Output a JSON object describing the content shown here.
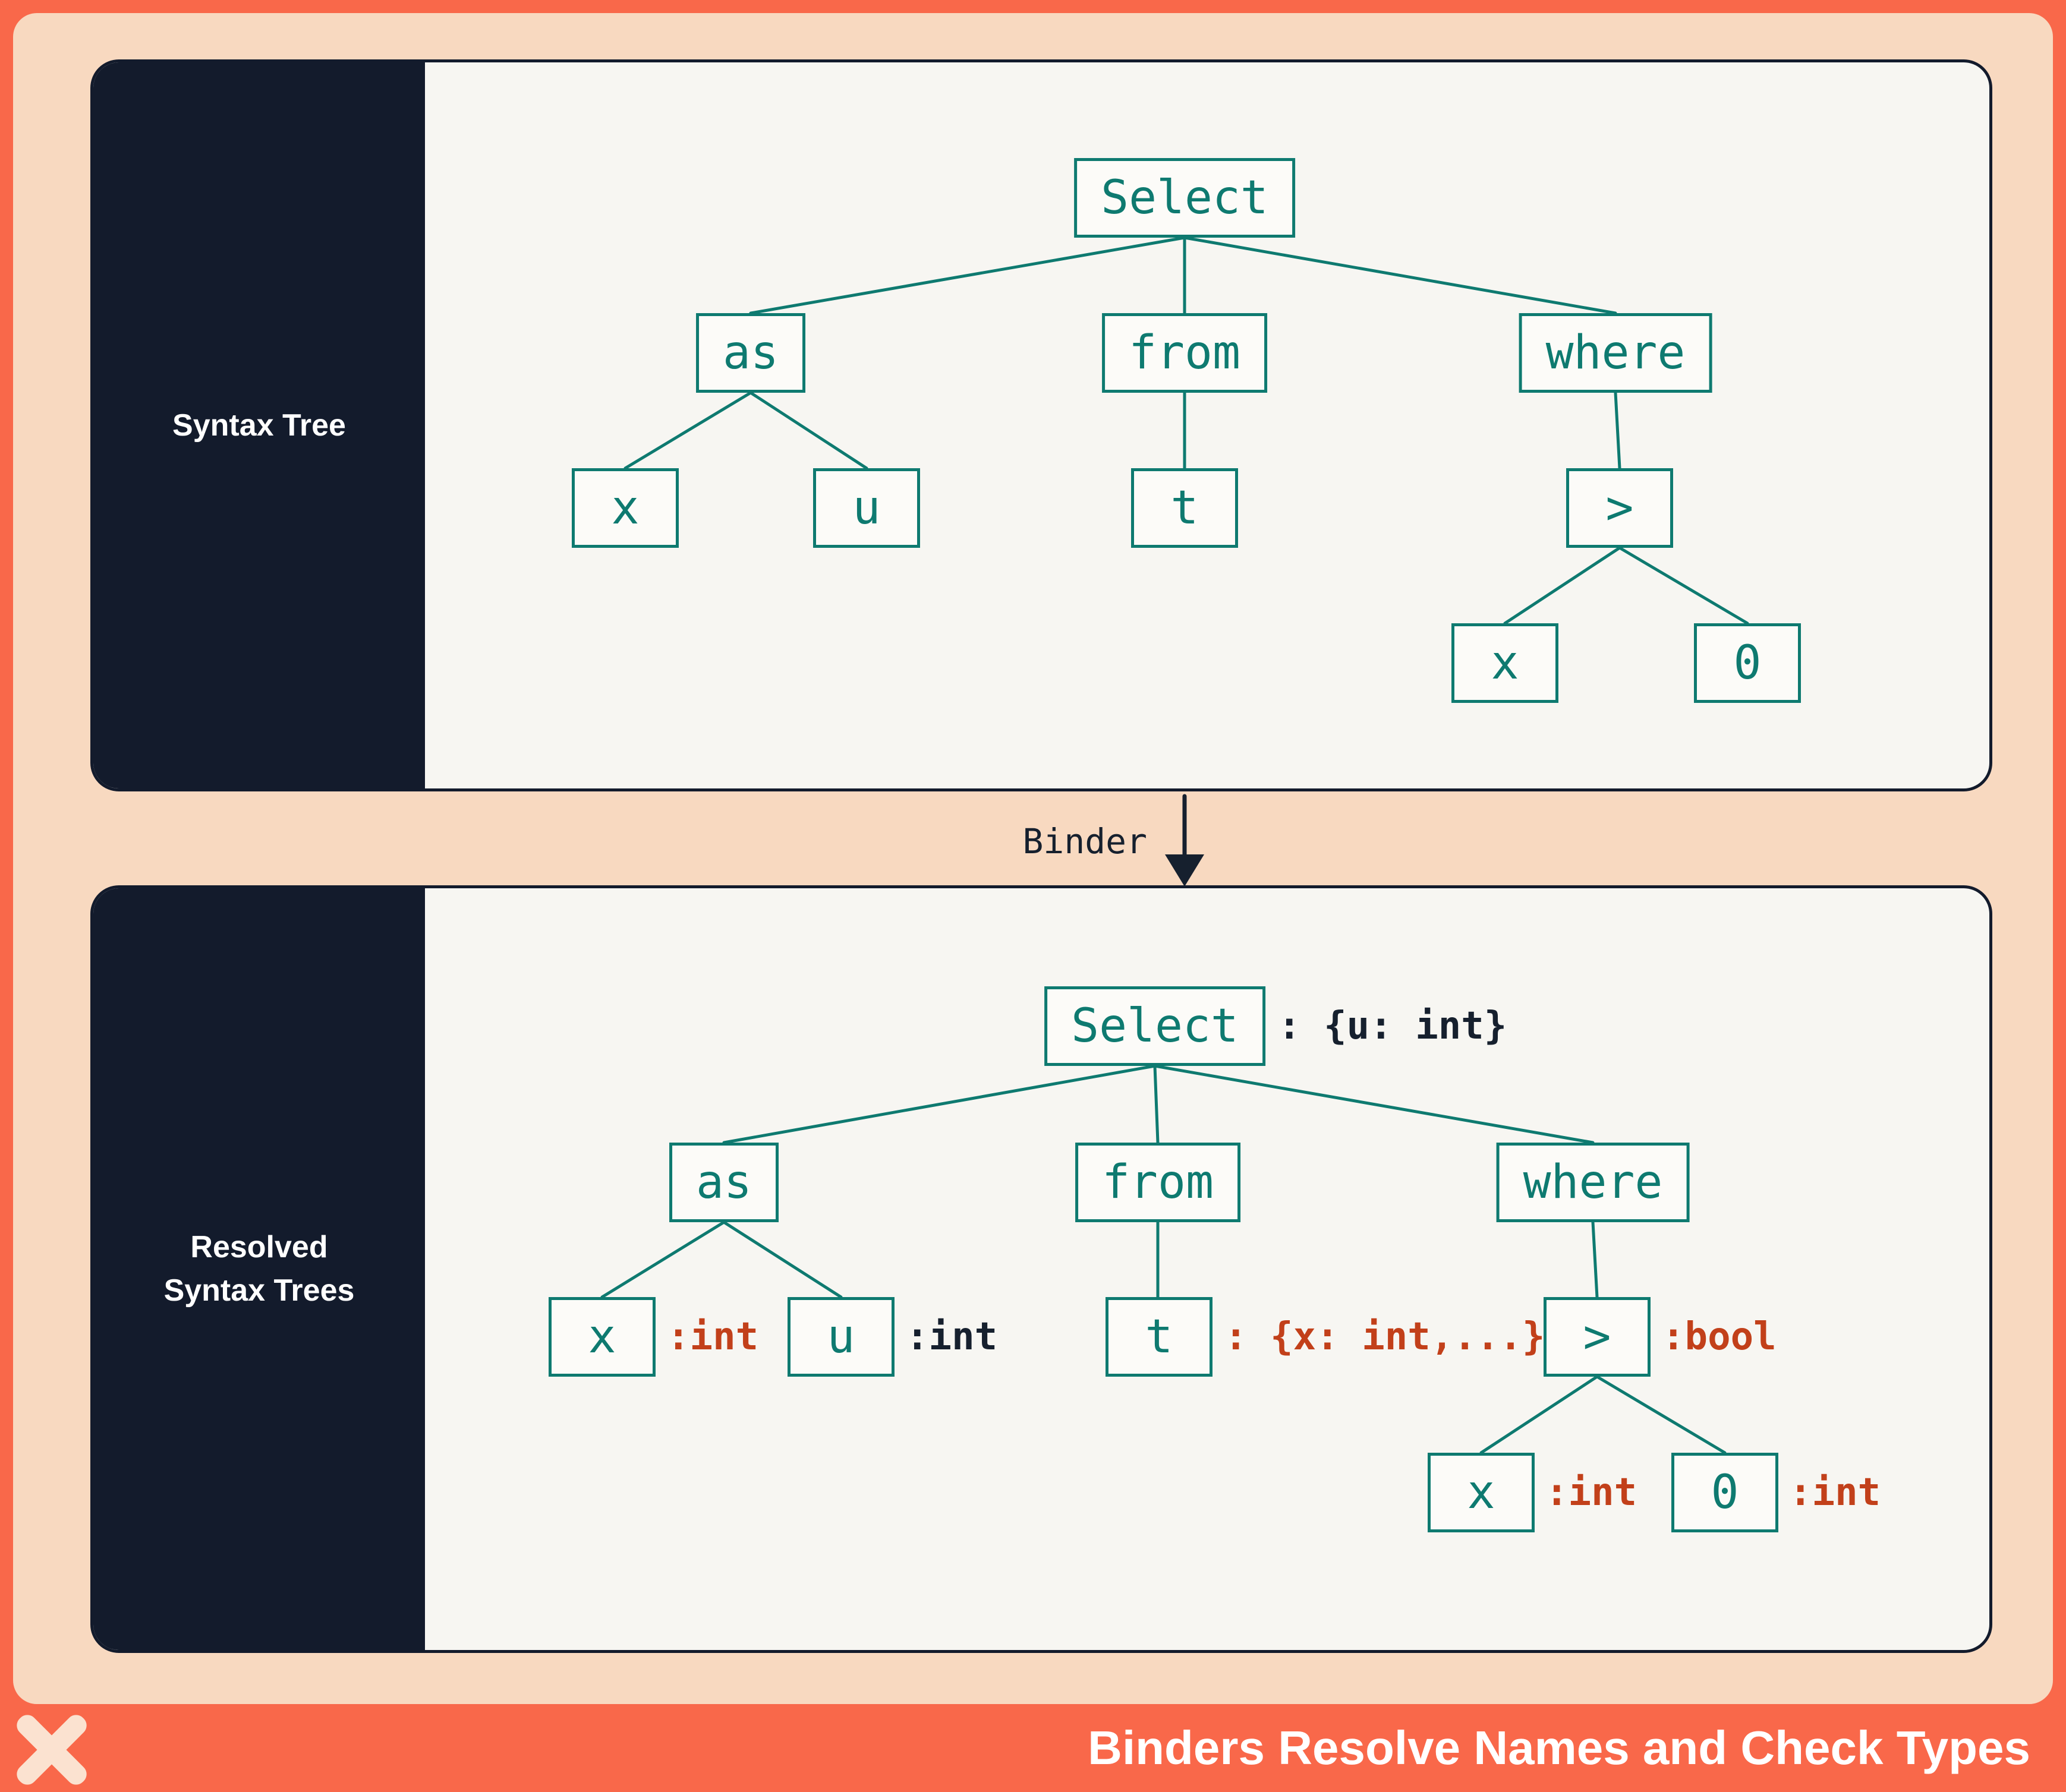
{
  "colors": {
    "orange": "#F9684A",
    "peach": "#F8D9C0",
    "navy": "#131B2C",
    "panel-bg": "#F7F6F2",
    "node-bg": "#FCFBF8",
    "teal": "#0E7A70",
    "red": "#C2401A",
    "ink": "#16202E",
    "white": "#FFFFFF",
    "logo": "#FBE2D0"
  },
  "panel1": {
    "label": "Syntax Tree"
  },
  "panel2": {
    "label_line1": "Resolved",
    "label_line2": "Syntax Trees"
  },
  "binder": {
    "label": "Binder"
  },
  "footer": {
    "title": "Binders Resolve Names and Check Types"
  },
  "tree1": {
    "nodes": {
      "select": "Select",
      "as": "as",
      "from": "from",
      "where": "where",
      "x1": "x",
      "u": "u",
      "t": "t",
      "gt": ">",
      "x2": "x",
      "zero": "0"
    }
  },
  "tree2": {
    "nodes": {
      "select": "Select",
      "as": "as",
      "from": "from",
      "where": "where",
      "x1": "x",
      "u": "u",
      "t": "t",
      "gt": ">",
      "x2": "x",
      "zero": "0"
    },
    "annotations": {
      "select": ": {u: int}",
      "x1": ":int",
      "u": ":int",
      "t": ": {x: int,...}",
      "gt": ":bool",
      "x2": ":int",
      "zero": ":int"
    }
  }
}
